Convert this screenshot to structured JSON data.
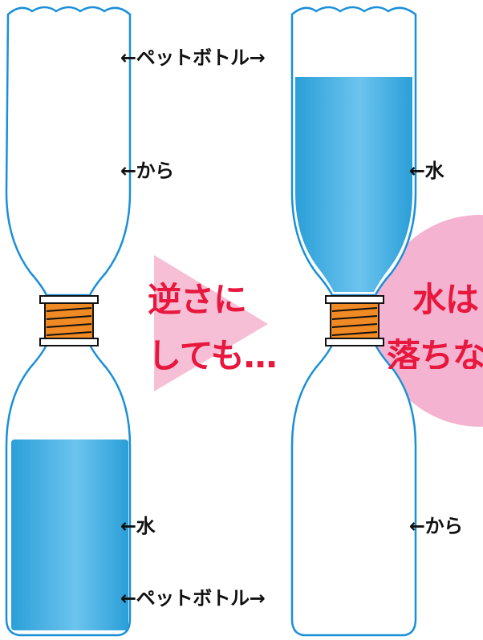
{
  "left_bottle": {
    "top_labels": {
      "bottle": "←ペットボトル→",
      "empty": "←から"
    },
    "bottom_labels": {
      "water": "←水",
      "bottle": "←ペットボトル→"
    }
  },
  "middle": {
    "line1": "逆さに",
    "line2": "しても…"
  },
  "right_bottle": {
    "top_labels": {
      "water": "←水"
    },
    "bottom_labels": {
      "empty": "←から"
    }
  },
  "right_text": {
    "line1": "水は",
    "line2": "落ちな"
  },
  "colors": {
    "water_light": "#6cc4ee",
    "water_dark": "#2a9fd8",
    "cap_orange": "#f08a24",
    "arrow_pink": "#f6bfd5",
    "circle_pink": "#f4b3d0",
    "text_red": "#e8173e",
    "bottle_outline": "#1a8fd8"
  }
}
